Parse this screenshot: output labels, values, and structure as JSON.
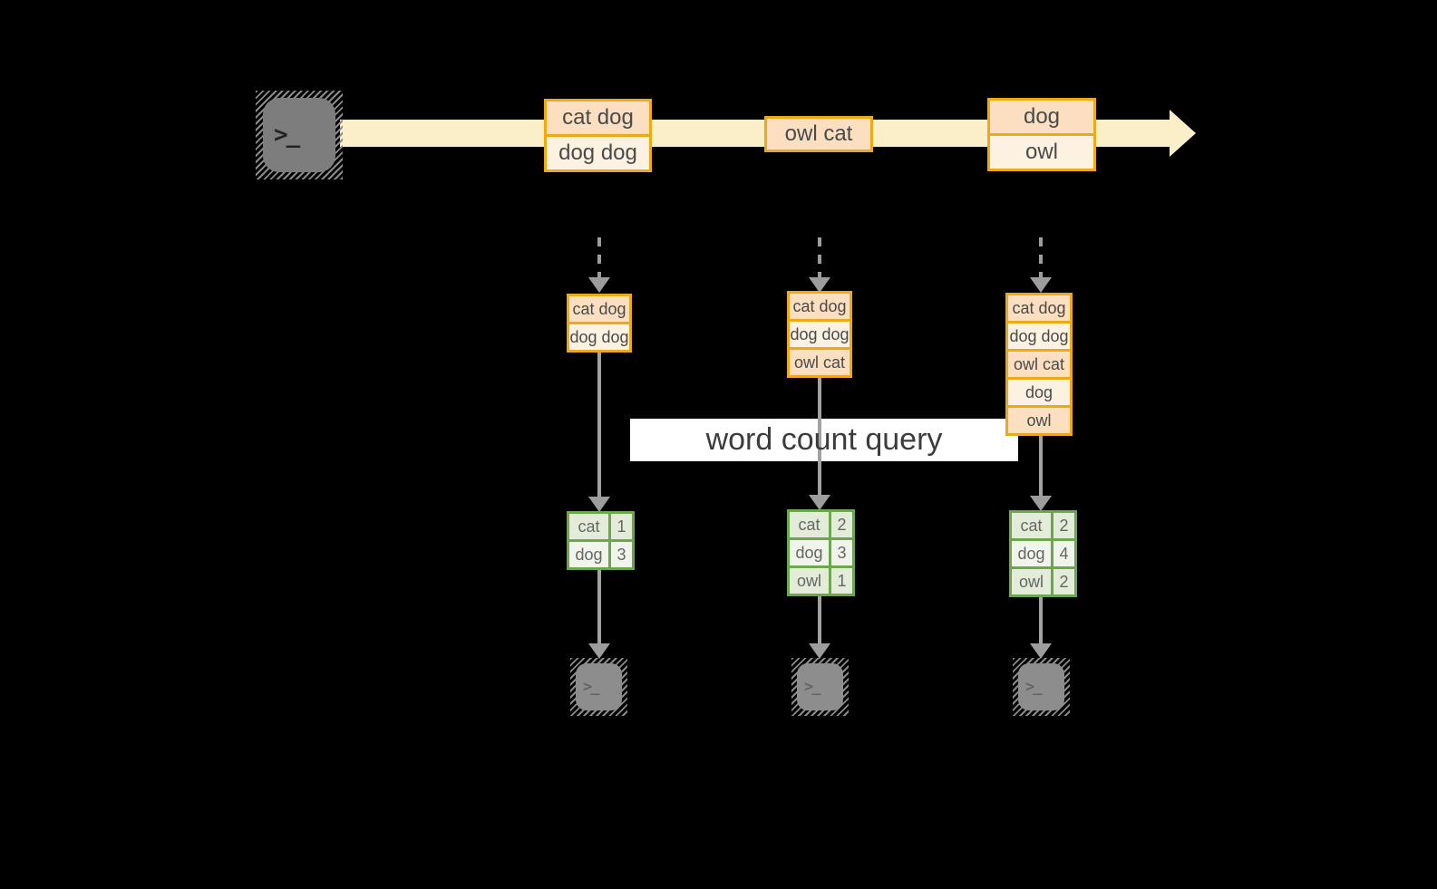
{
  "query": {
    "label": "word count query"
  },
  "terminal": {
    "glyph": ">_"
  },
  "stream": {
    "batches": [
      {
        "rows": [
          "cat dog",
          "dog dog"
        ]
      },
      {
        "rows": [
          "owl cat"
        ]
      },
      {
        "rows": [
          "dog",
          "owl"
        ]
      }
    ]
  },
  "inputs": [
    {
      "rows": [
        "cat dog",
        "dog dog"
      ]
    },
    {
      "rows": [
        "cat dog",
        "dog dog",
        "owl cat"
      ]
    },
    {
      "rows": [
        "cat dog",
        "dog dog",
        "owl cat",
        "dog",
        "owl"
      ]
    }
  ],
  "results": [
    {
      "rows": [
        [
          "cat",
          "1"
        ],
        [
          "dog",
          "3"
        ]
      ]
    },
    {
      "rows": [
        [
          "cat",
          "2"
        ],
        [
          "dog",
          "3"
        ],
        [
          "owl",
          "1"
        ]
      ]
    },
    {
      "rows": [
        [
          "cat",
          "2"
        ],
        [
          "dog",
          "4"
        ],
        [
          "owl",
          "2"
        ]
      ]
    }
  ],
  "colors": {
    "background": "#000000",
    "stream_band": "#faefc9",
    "box_border": "#f0a813",
    "box_fill_peach": "#fbdfc0",
    "box_fill_cream": "#fdf2e2",
    "table_border": "#6ba84c",
    "table_fill_dark": "#e3ecd8",
    "table_fill_light": "#f0f4ea",
    "arrow_gray": "#9d9d9d",
    "terminal_gray": "#7d7d7d",
    "label_text": "#3c3c3c"
  }
}
